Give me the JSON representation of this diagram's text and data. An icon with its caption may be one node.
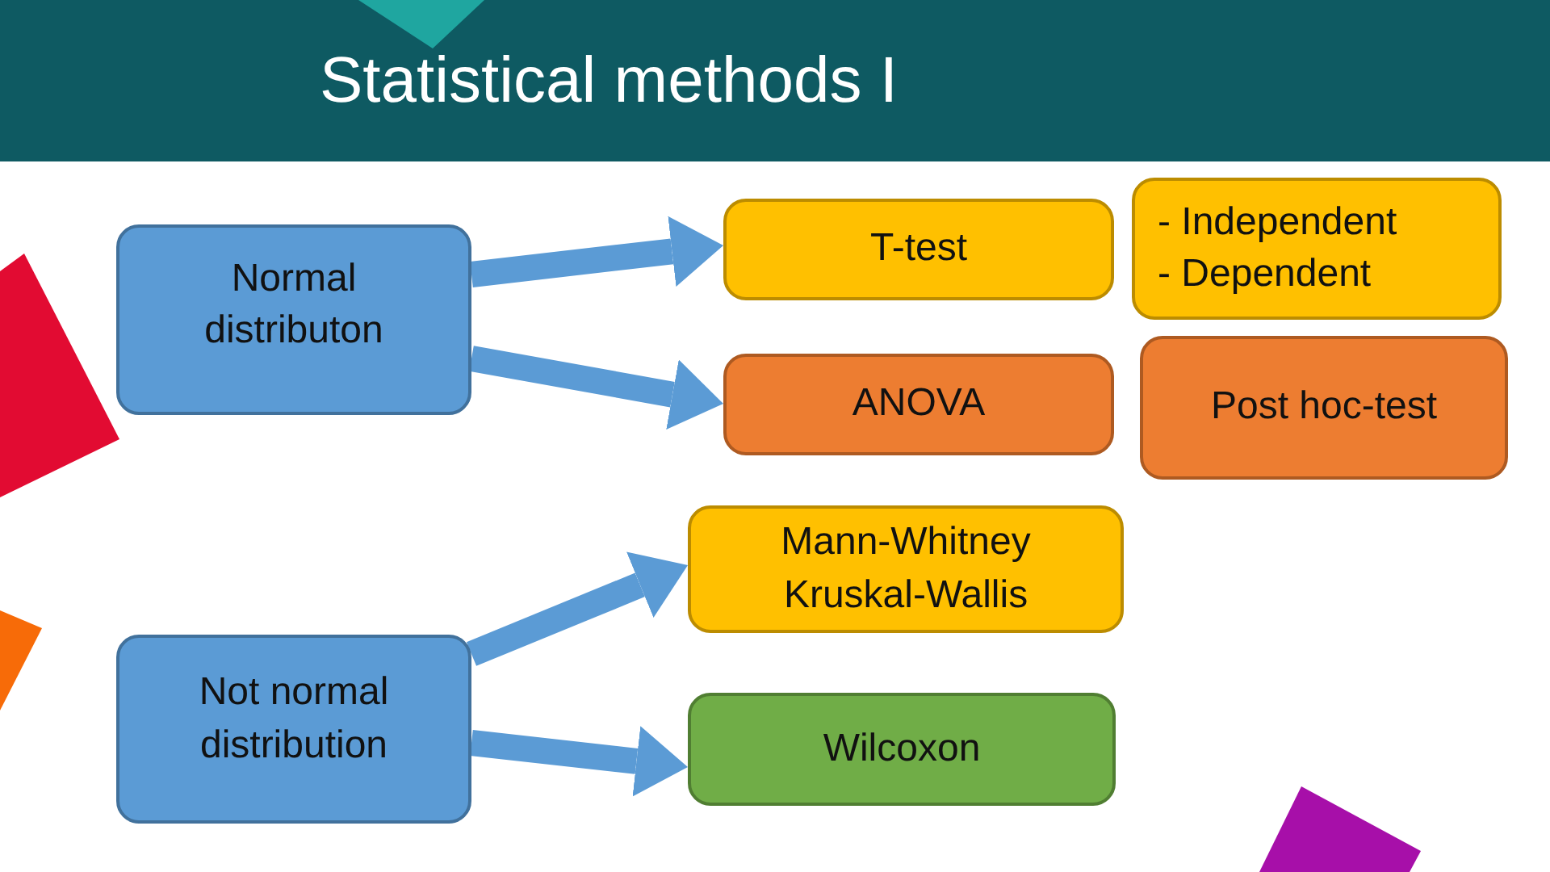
{
  "diagram": {
    "title": "Statistical methods I",
    "nodes": [
      {
        "text": [
          "Normal distributon"
        ]
      },
      {
        "text": [
          "T-test"
        ]
      },
      {
        "text": [
          "- Independent",
          "- Dependent"
        ]
      },
      {
        "text": [
          "ANOVA"
        ]
      },
      {
        "text": [
          "Post hoc-test"
        ]
      },
      {
        "text": [
          "Mann-Whitney",
          "Kruskal-Wallis"
        ]
      },
      {
        "text": [
          "Not normal distribution"
        ]
      },
      {
        "text": [
          "Wilcoxon"
        ]
      }
    ],
    "edges": [
      {
        "from": 0,
        "to": 1,
        "arrow": "to"
      },
      {
        "from": 0,
        "to": 3,
        "arrow": "to"
      },
      {
        "from": 6,
        "to": 5,
        "arrow": "to"
      },
      {
        "from": 6,
        "to": 7,
        "arrow": "to"
      }
    ]
  }
}
